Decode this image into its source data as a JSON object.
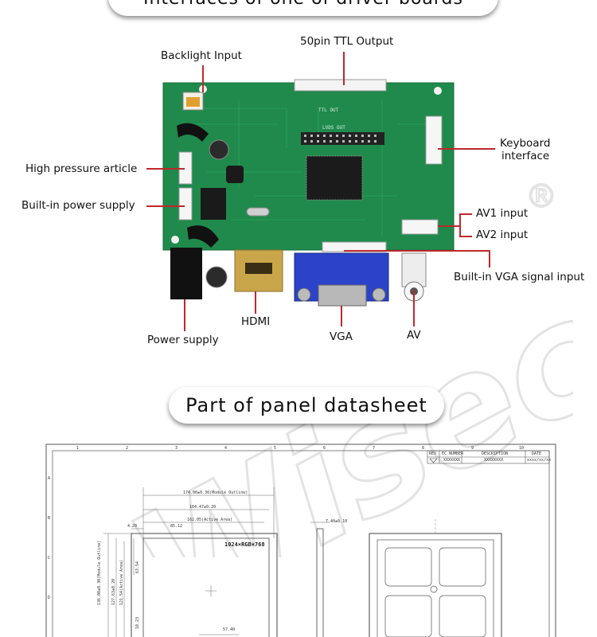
{
  "headers": {
    "top": "Interfaces of one of driver boards",
    "middle": "Part of panel datasheet"
  },
  "labels": {
    "ttl_output": "50pin TTL Output",
    "backlight_input": "Backlight Input",
    "keyboard_interface_line1": "Keyboard",
    "keyboard_interface_line2": "interface",
    "high_pressure_article": "High pressure article",
    "builtin_power_supply": "Built-in power supply",
    "av1_input": "AV1 input",
    "av2_input": "AV2 input",
    "builtin_vga_signal_input": "Built-in VGA signal input",
    "hdmi": "HDMI",
    "vga": "VGA",
    "av": "AV",
    "power_supply": "Power supply"
  },
  "board_silk": {
    "ttl_out": "TTL OUT",
    "lvds_out": "LVDS OUT"
  },
  "datasheet": {
    "col_numbers": [
      "1",
      "2",
      "3",
      "4",
      "5",
      "6",
      "7",
      "8",
      "9",
      "10"
    ],
    "row_letters": [
      "A",
      "B",
      "C",
      "D"
    ],
    "rev_table": {
      "headers": [
        "REV",
        "EC NUMBER",
        "DESCRIPTION",
        "DATE"
      ],
      "row": [
        "",
        "XXXXXXX",
        "XXXXXXXX",
        "xxxx/xx/xx"
      ]
    },
    "dims": {
      "outline": "174.00±0.30(Module Outline)",
      "bezel": "164.47±0.20",
      "active_area": "162.05(Active Area)",
      "offset_left": "4.20",
      "offset_inner": "85.12",
      "resolution": "1024×RGB×768",
      "thickness": "7.40±0.10",
      "height_outline": "136.00±0.30(Module Outline)",
      "height_bezel": "127.63±0.20",
      "height_active": "121.54(Active Area)",
      "v_offset": "63.54",
      "v_small": "10.23",
      "bottom": "57.40"
    }
  },
  "watermark": {
    "text": "Wisecoco",
    "mark": "®"
  }
}
